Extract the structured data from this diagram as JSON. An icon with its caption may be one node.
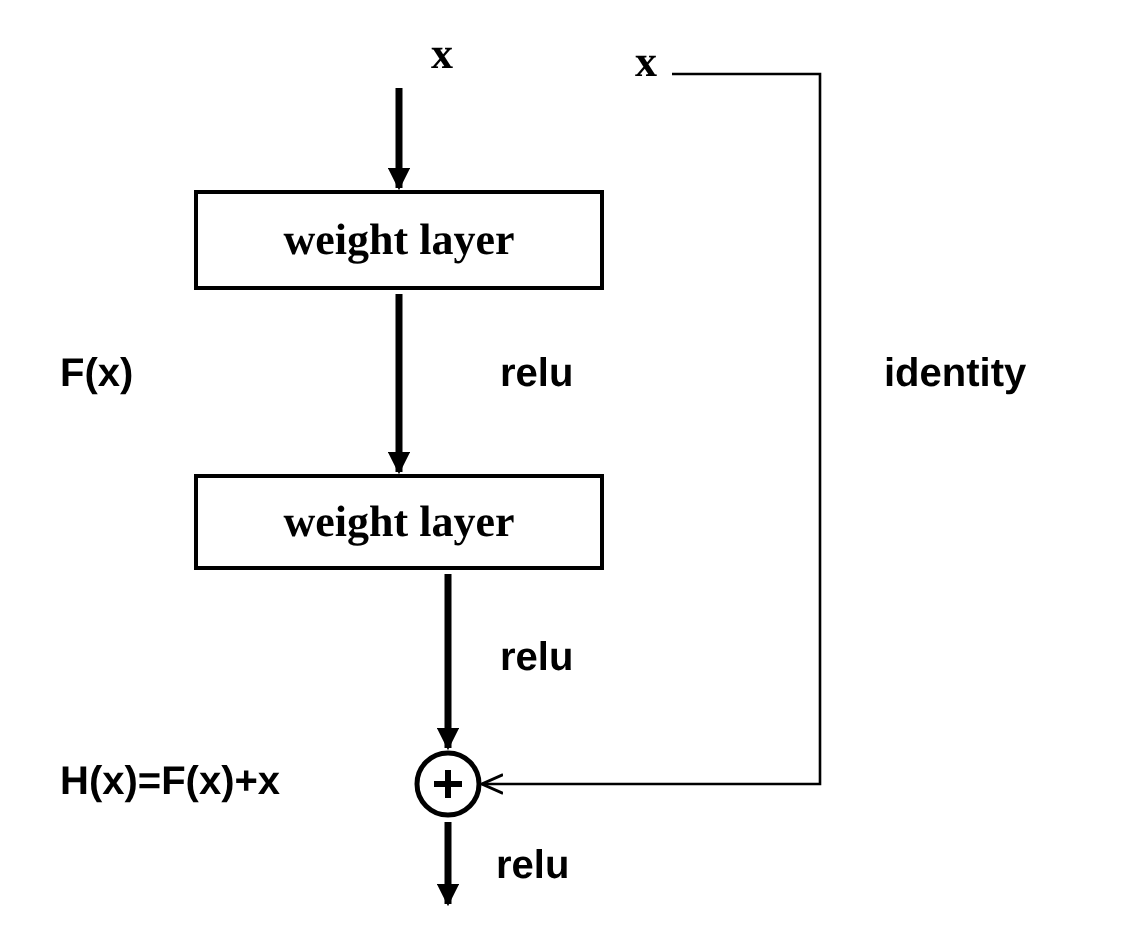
{
  "diagram": {
    "nodes": [
      {
        "text": [
          "x"
        ]
      },
      {
        "text": [
          "weight layer"
        ]
      },
      {
        "text": [
          "weight layer"
        ]
      },
      {
        "text": [],
        "shape": "circle",
        "beside": [
          "H(x)=F(x)+x"
        ]
      },
      {
        "text": [
          "x"
        ]
      }
    ],
    "edges": [
      {
        "from": 0,
        "to": 1,
        "arrow": "to"
      },
      {
        "from": 1,
        "to": 2,
        "arrow": "to",
        "label": "relu"
      },
      {
        "from": 2,
        "to": 3,
        "arrow": "to",
        "label": "relu"
      },
      {
        "from": 4,
        "to": 3,
        "arrow": "to",
        "label": "identity"
      },
      {
        "from": 3,
        "to": null,
        "arrow": "to",
        "label": "relu"
      }
    ],
    "labels": [
      "F(x)"
    ]
  }
}
